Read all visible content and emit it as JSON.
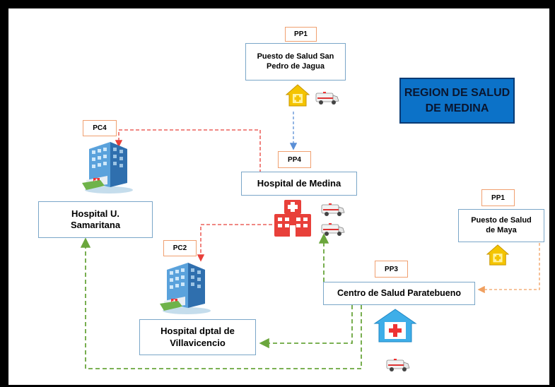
{
  "region": {
    "line1": "REGION DE SALUD",
    "line2": "DE MEDINA"
  },
  "nodes": {
    "pp1_jagua": {
      "tag": "PP1",
      "line1": "Puesto de Salud San",
      "line2": "Pedro de Jagua"
    },
    "pp4_medina": {
      "tag": "PP4",
      "line1": "Hospital de Medina"
    },
    "pc4_samaritana": {
      "tag": "PC4",
      "line1": "Hospital U.",
      "line2": "Samaritana"
    },
    "pp1_maya": {
      "tag": "PP1",
      "line1": "Puesto de Salud",
      "line2": "de Maya"
    },
    "pc2_villavicencio": {
      "tag": "PC2",
      "line1": "Hospital dptal de",
      "line2": "Villavicencio"
    },
    "pp3_paratebueno": {
      "tag": "PP3",
      "line1": "Centro de Salud Paratebueno"
    }
  },
  "colors": {
    "red_link": "#e8403a",
    "blue_link": "#5b8fd6",
    "green_link": "#6aa63c",
    "orange_link": "#f0a060",
    "region_bg": "#0c72c8",
    "box_border": "#7aa6c8",
    "tag_border": "#f0a070"
  },
  "icons": [
    "house-plus-icon",
    "ambulance-icon",
    "hospital-building-icon",
    "red-hospital-icon",
    "clinic-house-icon"
  ]
}
